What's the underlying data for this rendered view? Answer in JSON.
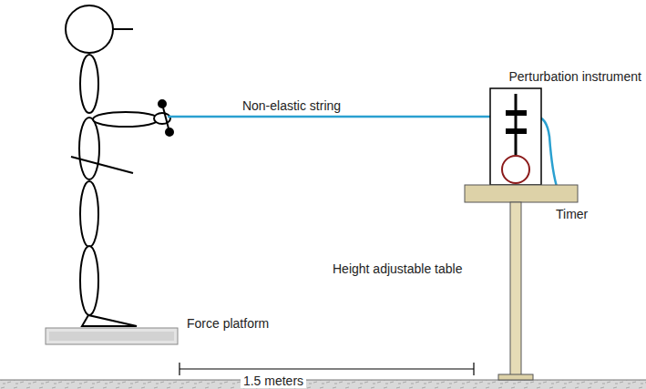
{
  "diagram": {
    "labels": [
      "Non-elastic string",
      "Perturbation instrument",
      "Timer",
      "Height adjustable table",
      "Force platform",
      "1.5 meters"
    ]
  }
}
